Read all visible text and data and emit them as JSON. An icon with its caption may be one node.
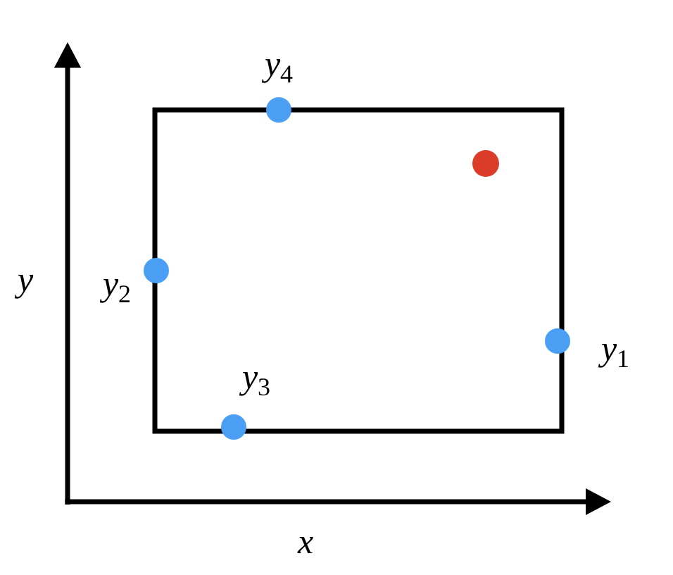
{
  "diagram": {
    "labels": [
      "*y*$_{4}$",
      "*y*",
      "*y*$_{2}$",
      "*y*$_{1}$",
      "*y*$_{3}$",
      "*x*"
    ]
  }
}
